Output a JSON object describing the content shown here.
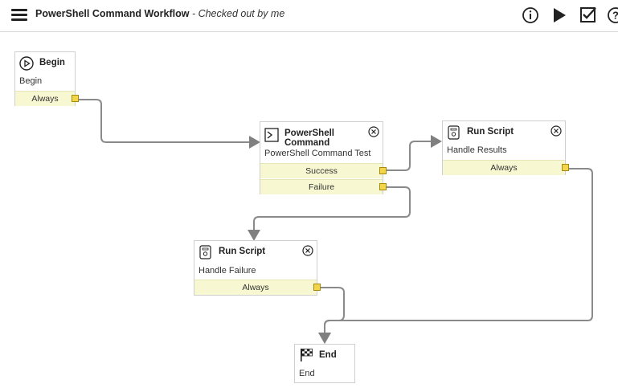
{
  "header": {
    "title": "PowerShell Command Workflow",
    "status": " - Checked out by me",
    "icons": [
      "menu-icon",
      "info-icon",
      "play-icon",
      "checklist-icon",
      "help-icon"
    ]
  },
  "nodes": {
    "begin": {
      "title": "Begin",
      "description": "Begin",
      "outputs": [
        "Always"
      ],
      "icon": "play-circle-icon"
    },
    "powershell": {
      "title": "PowerShell Command",
      "description": "PowerShell Command Test",
      "outputs": [
        "Success",
        "Failure"
      ],
      "icon": "terminal-icon"
    },
    "run_script_results": {
      "title": "Run Script",
      "description": "Handle Results",
      "outputs": [
        "Always"
      ],
      "icon": "script-icon"
    },
    "run_script_failure": {
      "title": "Run Script",
      "description": "Handle Failure",
      "outputs": [
        "Always"
      ],
      "icon": "script-icon"
    },
    "end": {
      "title": "End",
      "description": "End",
      "icon": "checkered-flag-icon"
    }
  },
  "colors": {
    "output_bg": "#f7f7d2",
    "port": "#f3d54a",
    "wire": "#808080"
  }
}
